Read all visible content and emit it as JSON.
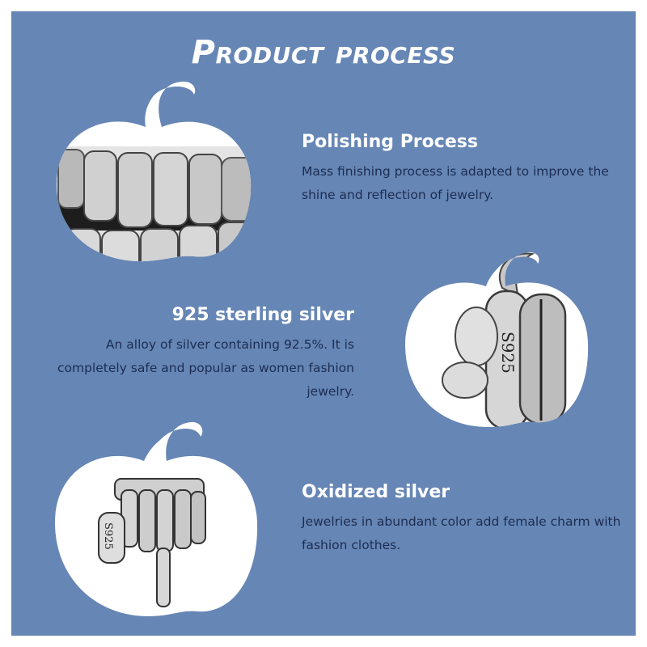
{
  "title": "Product process",
  "sections": [
    {
      "heading": "Polishing Process",
      "text": "Mass finishing process is adapted to improve the shine and reflection of jewelry."
    },
    {
      "heading": "925 sterling silver",
      "text": "An alloy of silver containing 92.5%. It is completely safe and popular as women fashion jewelry."
    },
    {
      "heading": "Oxidized silver",
      "text": "Jewelries in abundant color add female charm with fashion clothes."
    }
  ],
  "images": [
    {
      "icon": "skeleton-teeth-ring-closeup",
      "stamp": ""
    },
    {
      "icon": "skeleton-finger-ring-925-stamp",
      "stamp": "S925"
    },
    {
      "icon": "skeleton-hand-ring",
      "stamp": "S925"
    }
  ],
  "colors": {
    "background": "#6686b5",
    "heading": "#ffffff",
    "body_text": "#1c2d52",
    "pumpkin": "#ffffff",
    "silver": "#c9c9c9"
  }
}
